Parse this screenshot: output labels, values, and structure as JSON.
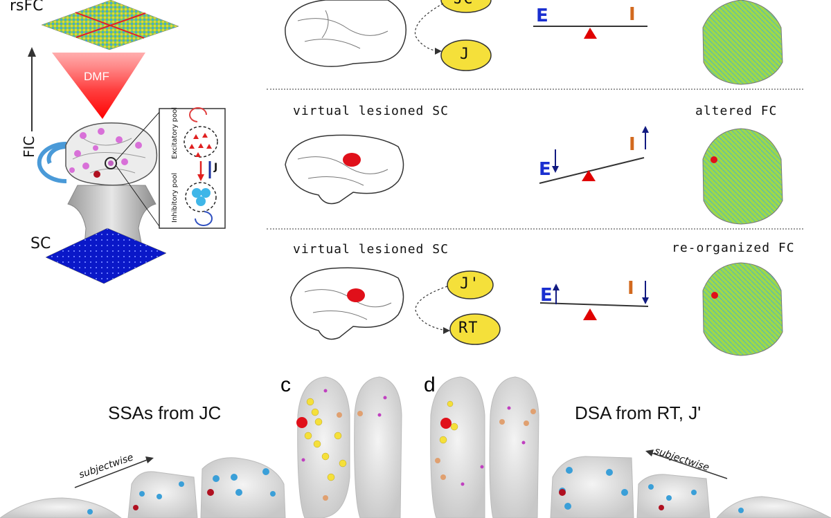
{
  "left_model": {
    "rsfc_label": "rsFC",
    "dmf_label": "DMF",
    "fic_label": "FIC",
    "sc_label": "SC",
    "excitatory_label": "Excitatory pool",
    "inhibitory_label": "Inhibitory pool",
    "j_label": "J"
  },
  "rows": [
    {
      "left_title": "",
      "right_title": "",
      "node_top": "JC",
      "node_bottom": "J",
      "balance_E": "E",
      "balance_I": "I"
    },
    {
      "left_title": "virtual lesioned SC",
      "right_title": "altered FC",
      "balance_E": "E",
      "balance_I": "I"
    },
    {
      "left_title": "virtual lesioned SC",
      "right_title": "re-organized FC",
      "node_top": "J'",
      "node_bottom": "RT",
      "balance_E": "E",
      "balance_I": "I"
    }
  ],
  "bottom": {
    "panel_c": "c",
    "panel_d": "d",
    "ssa_title": "SSAs from JC",
    "dsa_title": "DSA from RT, J'",
    "subjectwise_left": "subjectwise",
    "subjectwise_right": "subjectwise"
  },
  "colors": {
    "yellow_node": "#f5e03a",
    "lesion_red": "#e0101a",
    "E_blue": "#1a2fd0",
    "I_orange": "#d2691e",
    "triangle_red": "#e00000",
    "dmf_red": "#ff3b3b"
  }
}
